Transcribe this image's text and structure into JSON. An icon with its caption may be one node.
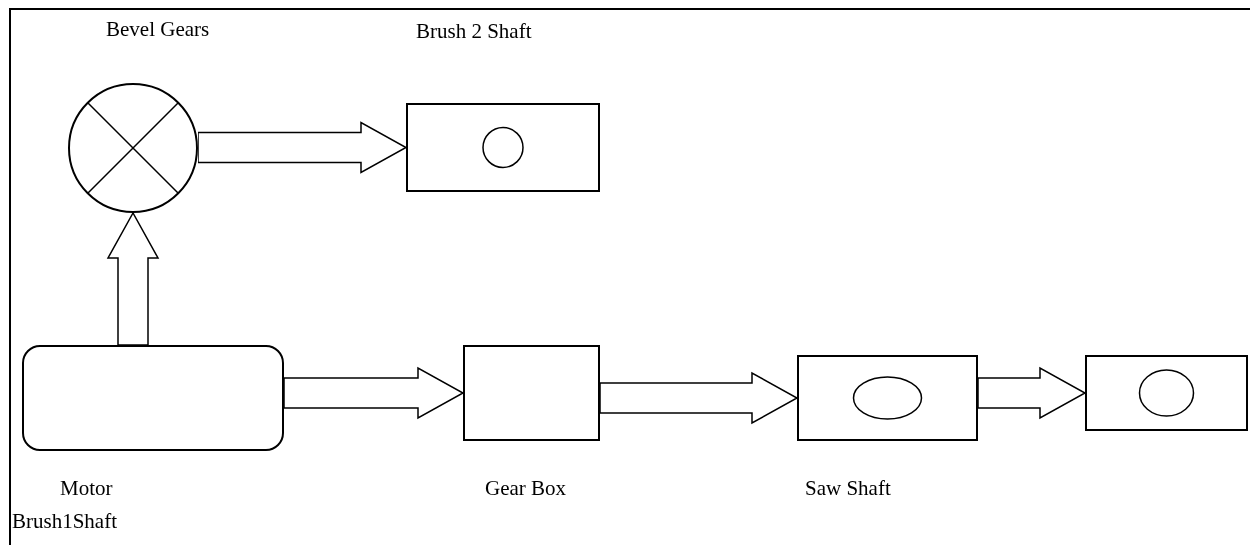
{
  "diagram": {
    "nodes": [
      {
        "text": [
          "Bevel Gears"
        ]
      },
      {
        "text": [
          "Brush 2 Shaft"
        ]
      },
      {
        "text": [
          "Motor",
          "Brush1Shaft"
        ]
      },
      {
        "text": [
          "Gear Box"
        ]
      },
      {
        "text": [
          "Saw Shaft"
        ]
      },
      {
        "text": [],
        "shape": "box"
      }
    ],
    "edges": [
      {
        "from": 2,
        "to": 0,
        "arrow": "to"
      },
      {
        "from": 0,
        "to": 1,
        "arrow": "to"
      },
      {
        "from": 2,
        "to": 3,
        "arrow": "to"
      },
      {
        "from": 3,
        "to": 4,
        "arrow": "to"
      },
      {
        "from": 4,
        "to": 5,
        "arrow": "to"
      }
    ]
  }
}
